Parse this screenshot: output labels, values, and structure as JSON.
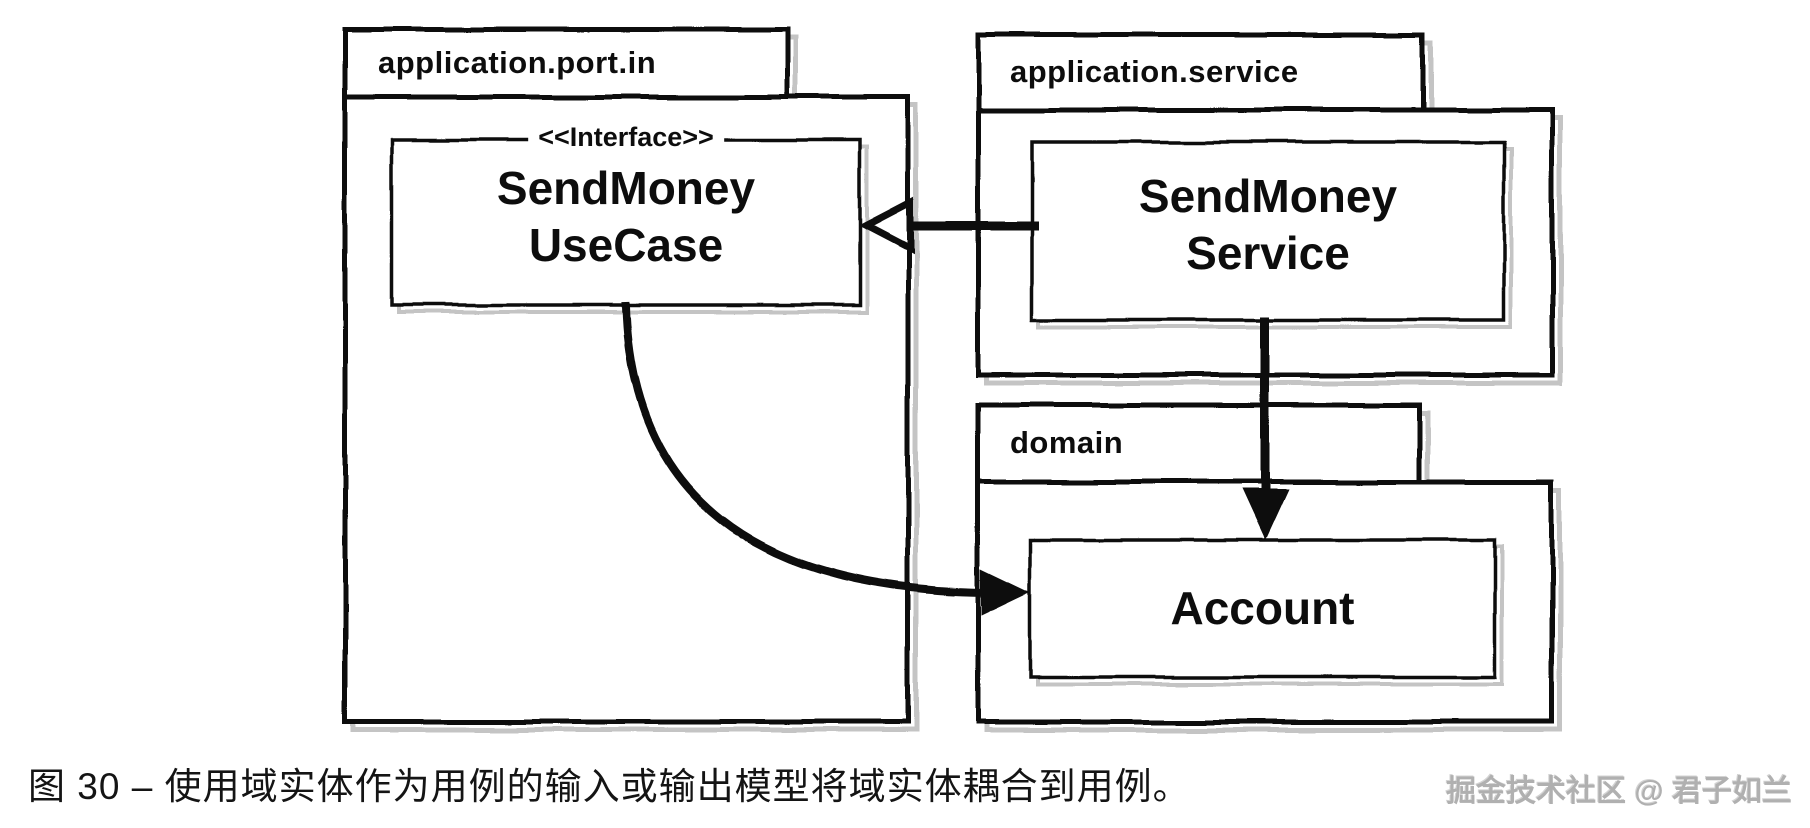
{
  "packages": {
    "port_in": {
      "label": "application.port.in"
    },
    "service": {
      "label": "application.service"
    },
    "domain": {
      "label": "domain"
    }
  },
  "nodes": {
    "usecase": {
      "stereotype": "<<Interface>>",
      "line1": "SendMoney",
      "line2": "UseCase"
    },
    "service": {
      "line1": "SendMoney",
      "line2": "Service"
    },
    "account": {
      "name": "Account"
    }
  },
  "edges": [
    {
      "from": "SendMoneyService",
      "to": "SendMoneyUseCase",
      "line": "solid",
      "head": "open-triangle"
    },
    {
      "from": "SendMoneyService",
      "to": "Account",
      "line": "solid",
      "head": "filled-triangle"
    },
    {
      "from": "SendMoneyUseCase",
      "to": "Account",
      "line": "solid-curved",
      "head": "filled-triangle"
    }
  ],
  "caption": {
    "text": "图 30 – 使用域实体作为用例的输入或输出模型将域实体耦合到用例。"
  },
  "watermark": {
    "text": "掘金技术社区 @ 君子如兰"
  },
  "colors": {
    "line": "#0d0d0d",
    "shadow": "#c4c4c4",
    "background": "#ffffff",
    "watermark": "#b0b0b0"
  }
}
